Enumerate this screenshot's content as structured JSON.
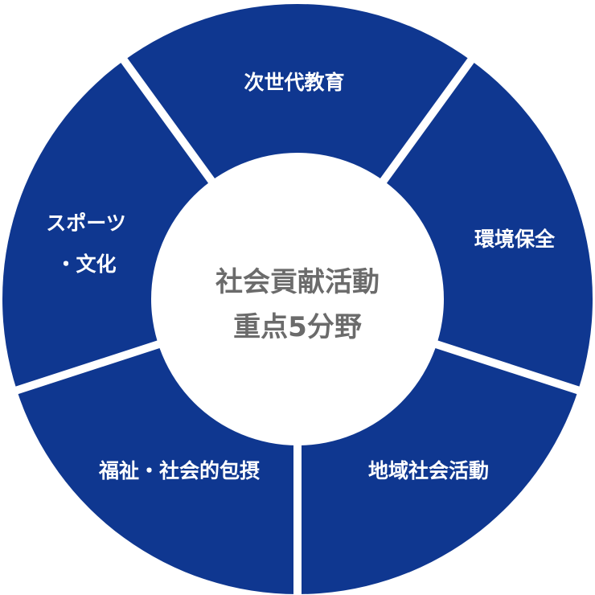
{
  "center": {
    "line1": "社会貢献活動",
    "line2": "重点5分野"
  },
  "segments": [
    {
      "lines": [
        "次世代教育"
      ]
    },
    {
      "lines": [
        "環境保全"
      ]
    },
    {
      "lines": [
        "地域社会活動"
      ]
    },
    {
      "lines": [
        "福祉・社会的包摂"
      ]
    },
    {
      "lines": [
        "スポーツ",
        "・文化"
      ]
    }
  ],
  "colors": {
    "segment_fill": "#0f3790",
    "center_fill": "#ffffff",
    "center_text": "#6b6b6b",
    "segment_text": "#ffffff",
    "separator": "#ffffff"
  }
}
